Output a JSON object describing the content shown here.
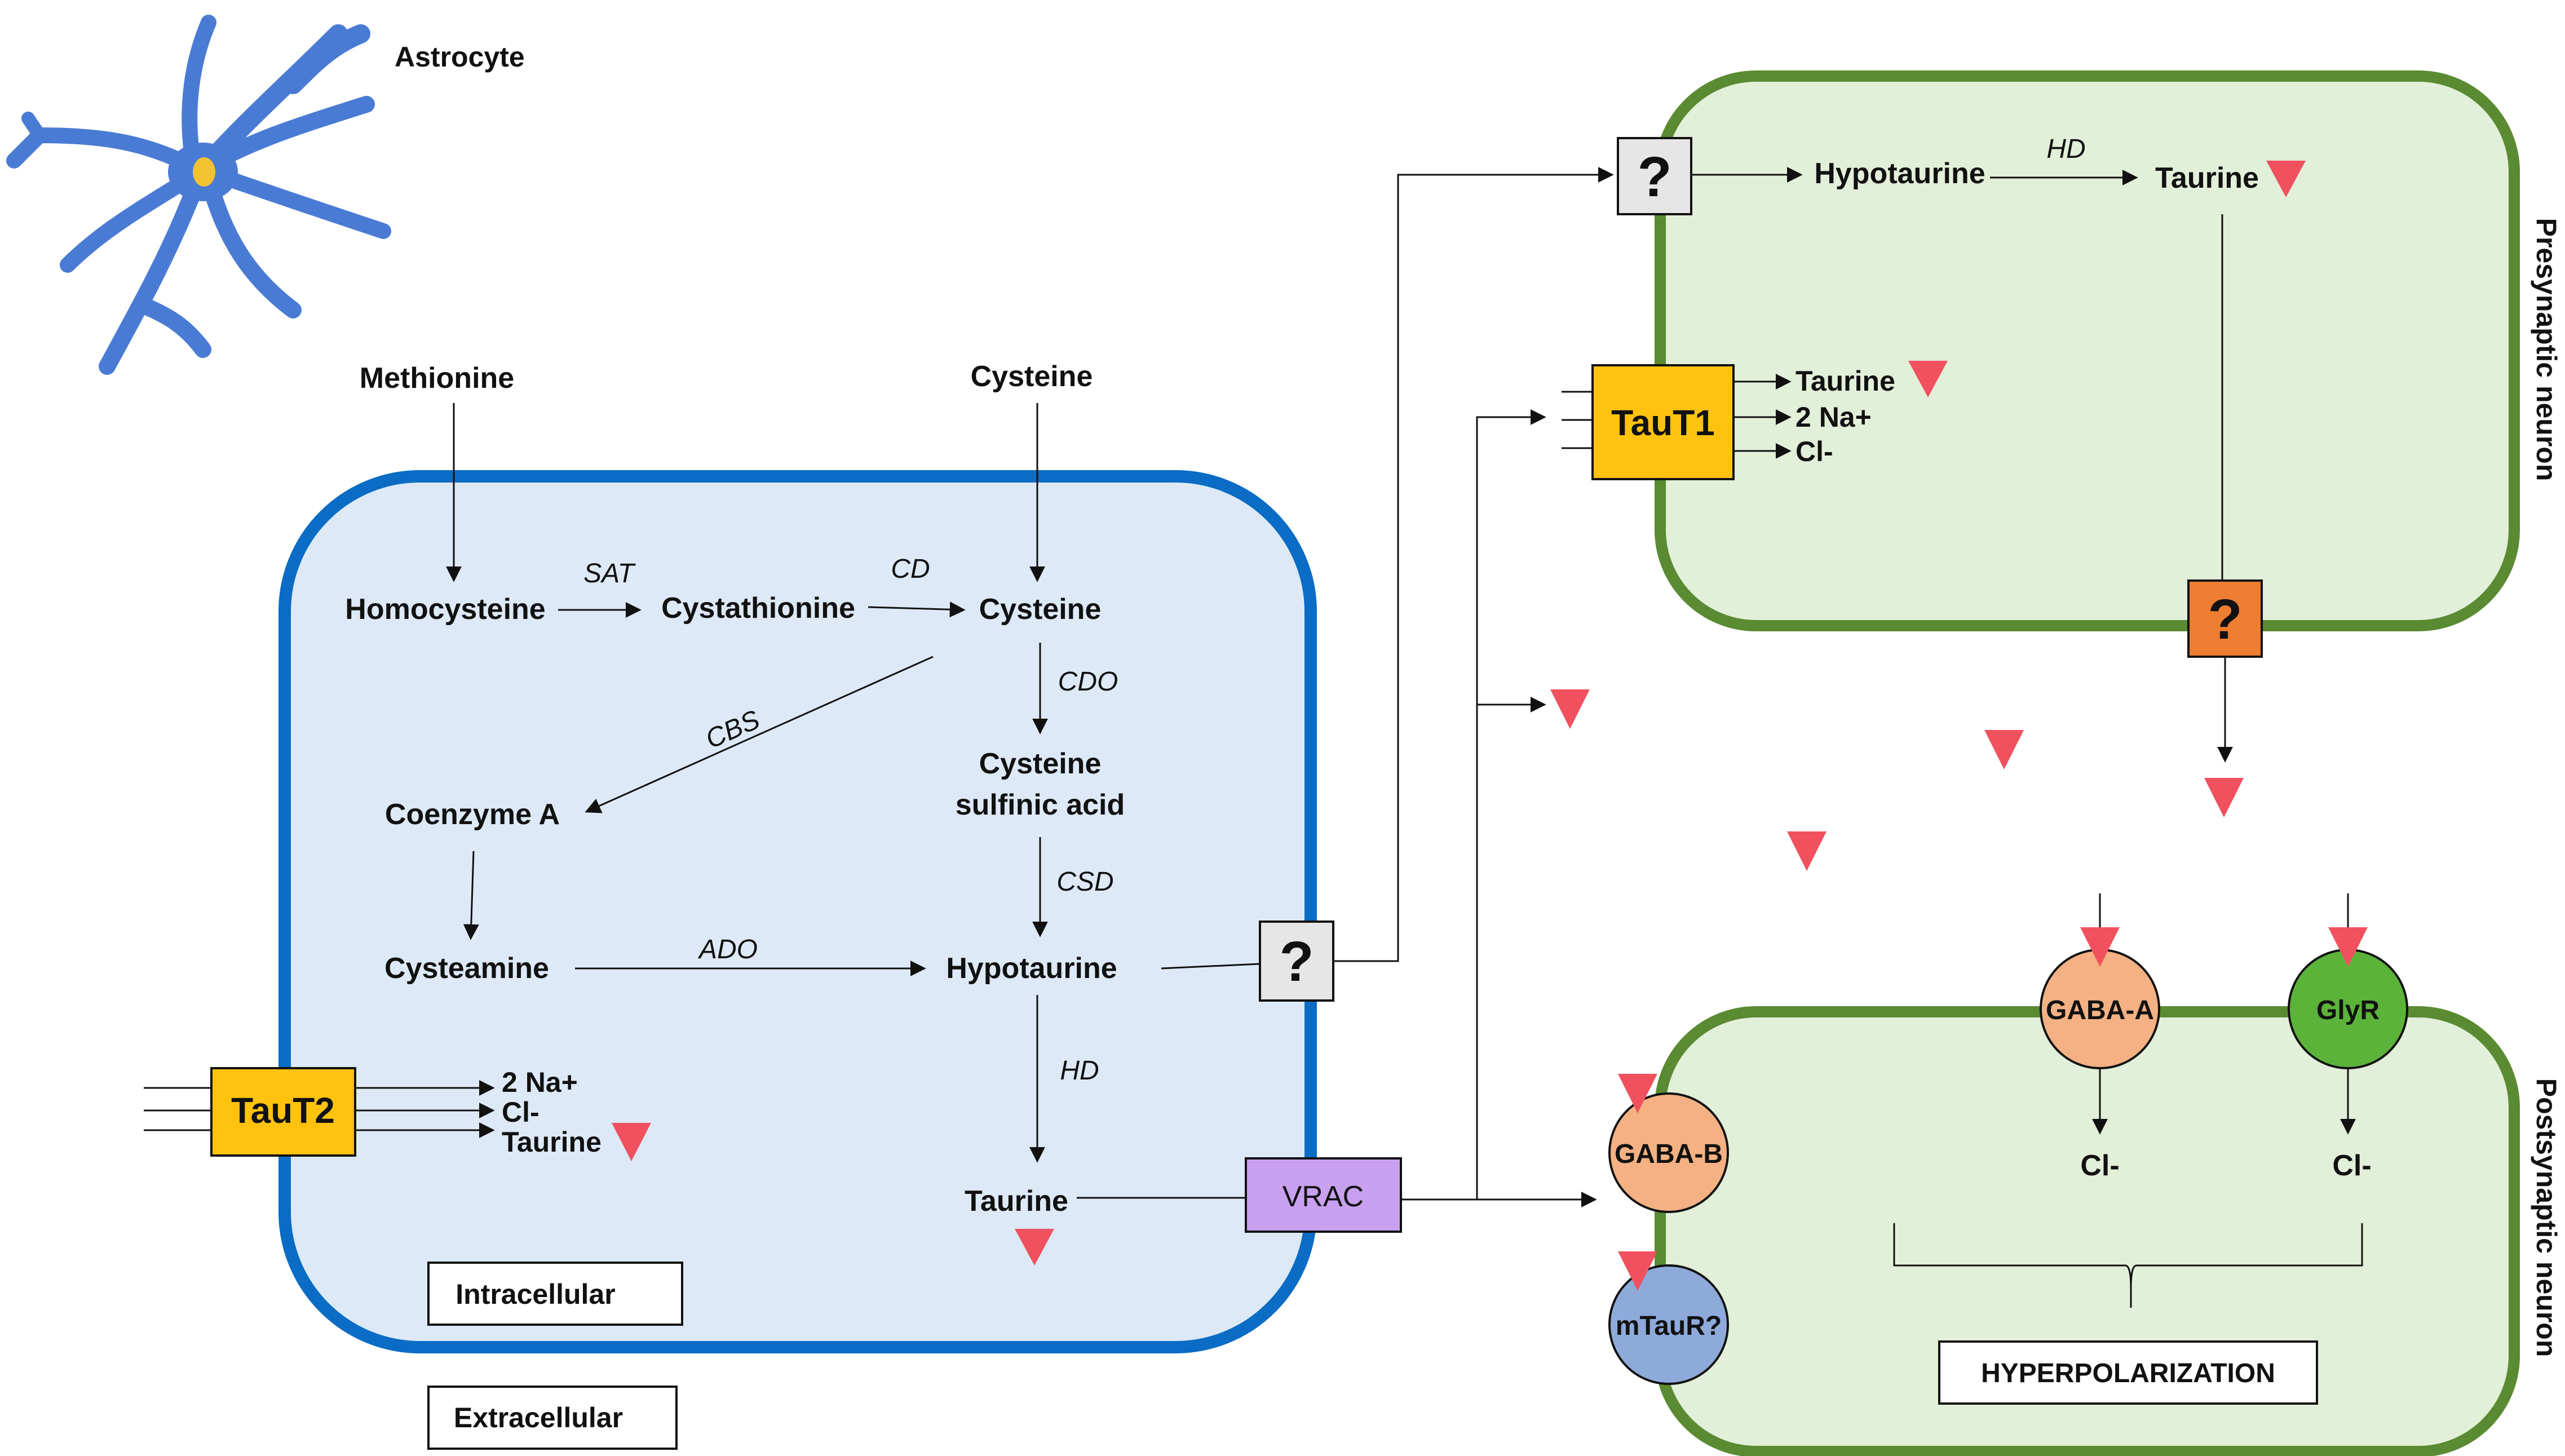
{
  "colors": {
    "astrocyte_body": "#4a7bd4",
    "astrocyte_nucleus": "#f2c230",
    "astro_cell_fill": "#dde9f6",
    "astro_cell_border": "#0a6cc4",
    "neuron_fill": "#e2efd9",
    "neuron_border": "#5a8a32",
    "transporter": "#ffc20e",
    "unknown_box": "#e6e6e6",
    "unknown_orange": "#ed7d31",
    "vrac": "#c9a0f0",
    "gaba_receptor": "#f4b183",
    "glyr": "#5cb33a",
    "mtaur": "#8eaadb",
    "taurine_marker": "#f1515f"
  },
  "astrocyte": {
    "label": "Astrocyte",
    "icon": "astrocyte-cell-icon"
  },
  "inputs": {
    "methionine": "Methionine",
    "cysteine": "Cysteine"
  },
  "pathway": {
    "homocysteine": "Homocysteine",
    "cystathionine": "Cystathionine",
    "cysteine": "Cysteine",
    "coenzyme_a": "Coenzyme A",
    "cysteamine": "Cysteamine",
    "csa_line1": "Cysteine",
    "csa_line2": "sulfinic acid",
    "hypotaurine": "Hypotaurine",
    "taurine": "Taurine"
  },
  "enzymes": {
    "sat": "SAT",
    "cd": "CD",
    "cbs": "CBS",
    "cdo": "CDO",
    "csd": "CSD",
    "ado": "ADO",
    "hd": "HD"
  },
  "taut2": {
    "label": "TauT2",
    "out1": "2 Na+",
    "out2": "Cl-",
    "out3": "Taurine"
  },
  "unknown": {
    "symbol": "?"
  },
  "vrac": {
    "label": "VRAC"
  },
  "compartments": {
    "intracellular": "Intracellular",
    "extracellular": "Extracellular"
  },
  "presynaptic": {
    "title": "Presynaptic neuron",
    "hypotaurine": "Hypotaurine",
    "hd": "HD",
    "taurine": "Taurine",
    "taut1": "TauT1",
    "taut1_out1": "Taurine",
    "taut1_out2": "2 Na+",
    "taut1_out3": "Cl-"
  },
  "postsynaptic": {
    "title": "Postsynaptic neuron",
    "gaba_a": "GABA-A",
    "glyr": "GlyR",
    "gaba_b": "GABA-B",
    "mtaur": "mTauR?",
    "cl_left": "Cl-",
    "cl_right": "Cl-",
    "result": "HYPERPOLARIZATION"
  }
}
